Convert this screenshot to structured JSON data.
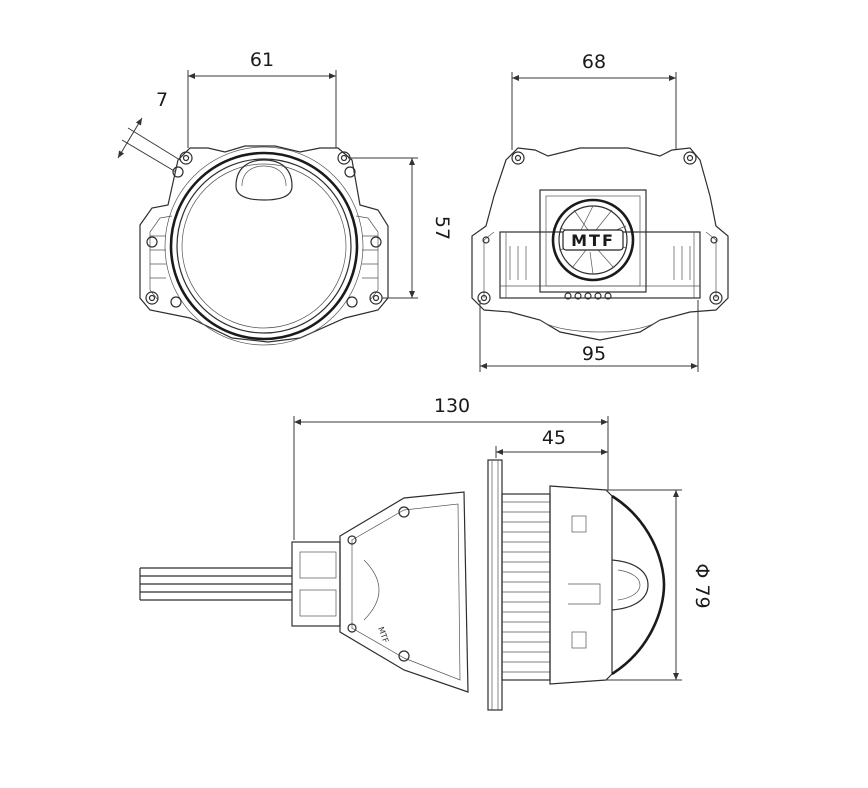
{
  "dimensions": {
    "front_width": "61",
    "flange_offset": "7",
    "front_height": "57",
    "rear_width": "68",
    "rear_total_width": "95",
    "side_length": "130",
    "side_lens_depth": "45",
    "lens_diameter": "Φ 79"
  },
  "logo_text": "MTF",
  "side_label": "MTF"
}
